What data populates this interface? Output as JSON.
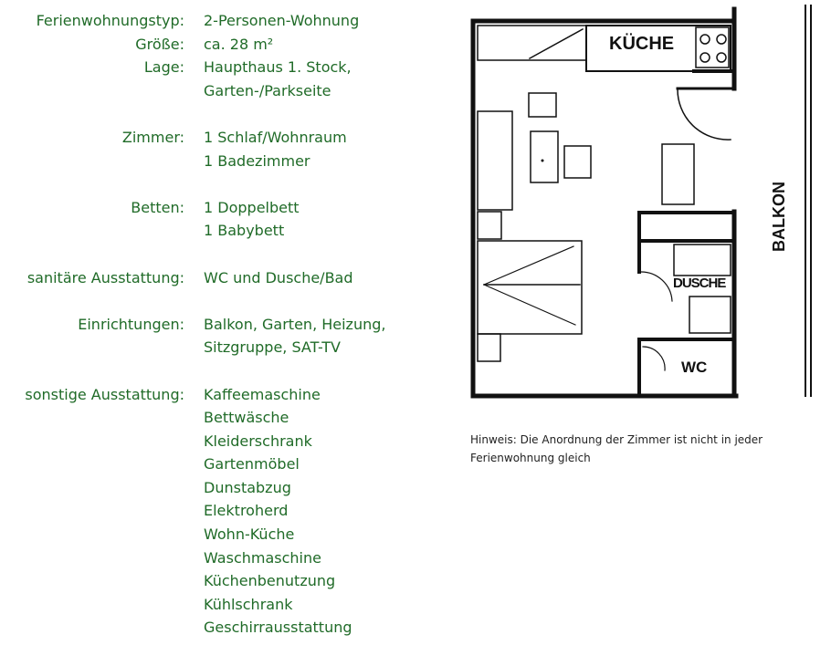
{
  "colors": {
    "text_green": "#206b28",
    "plan_line": "#111111"
  },
  "specs": [
    {
      "label": "Ferienwohnungstyp:",
      "values": [
        "2-Personen-Wohnung"
      ]
    },
    {
      "label": "Größe:",
      "values": [
        "ca. 28 m²"
      ]
    },
    {
      "label": "Lage:",
      "values": [
        "Haupthaus 1. Stock,",
        "Garten-/Parkseite"
      ]
    },
    {
      "label": "Zimmer:",
      "values": [
        "1 Schlaf/Wohnraum",
        "1 Badezimmer"
      ]
    },
    {
      "label": "Betten:",
      "values": [
        "1 Doppelbett",
        "1 Babybett"
      ]
    },
    {
      "label": "sanitäre Ausstattung:",
      "values": [
        "WC und Dusche/Bad"
      ]
    },
    {
      "label": "Einrichtungen:",
      "values": [
        "Balkon, Garten, Heizung,",
        "Sitzgruppe, SAT-TV"
      ]
    },
    {
      "label": "sonstige Ausstattung:",
      "values": [
        "Kaffeemaschine",
        "Bettwäsche",
        "Kleiderschrank",
        "Gartenmöbel",
        "Dunstabzug",
        "Elektroherd",
        "Wohn-Küche",
        "Waschmaschine",
        "Küchenbenutzung",
        "Kühlschrank",
        "Geschirrausstattung"
      ]
    }
  ],
  "floorplan": {
    "kitchen_label": "KÜCHE",
    "shower_label": "DUSCHE",
    "wc_label": "WC",
    "balcony_label": "BALKON"
  },
  "note": "Hinweis: Die Anordnung der Zimmer ist nicht in jeder Ferienwohnung gleich"
}
